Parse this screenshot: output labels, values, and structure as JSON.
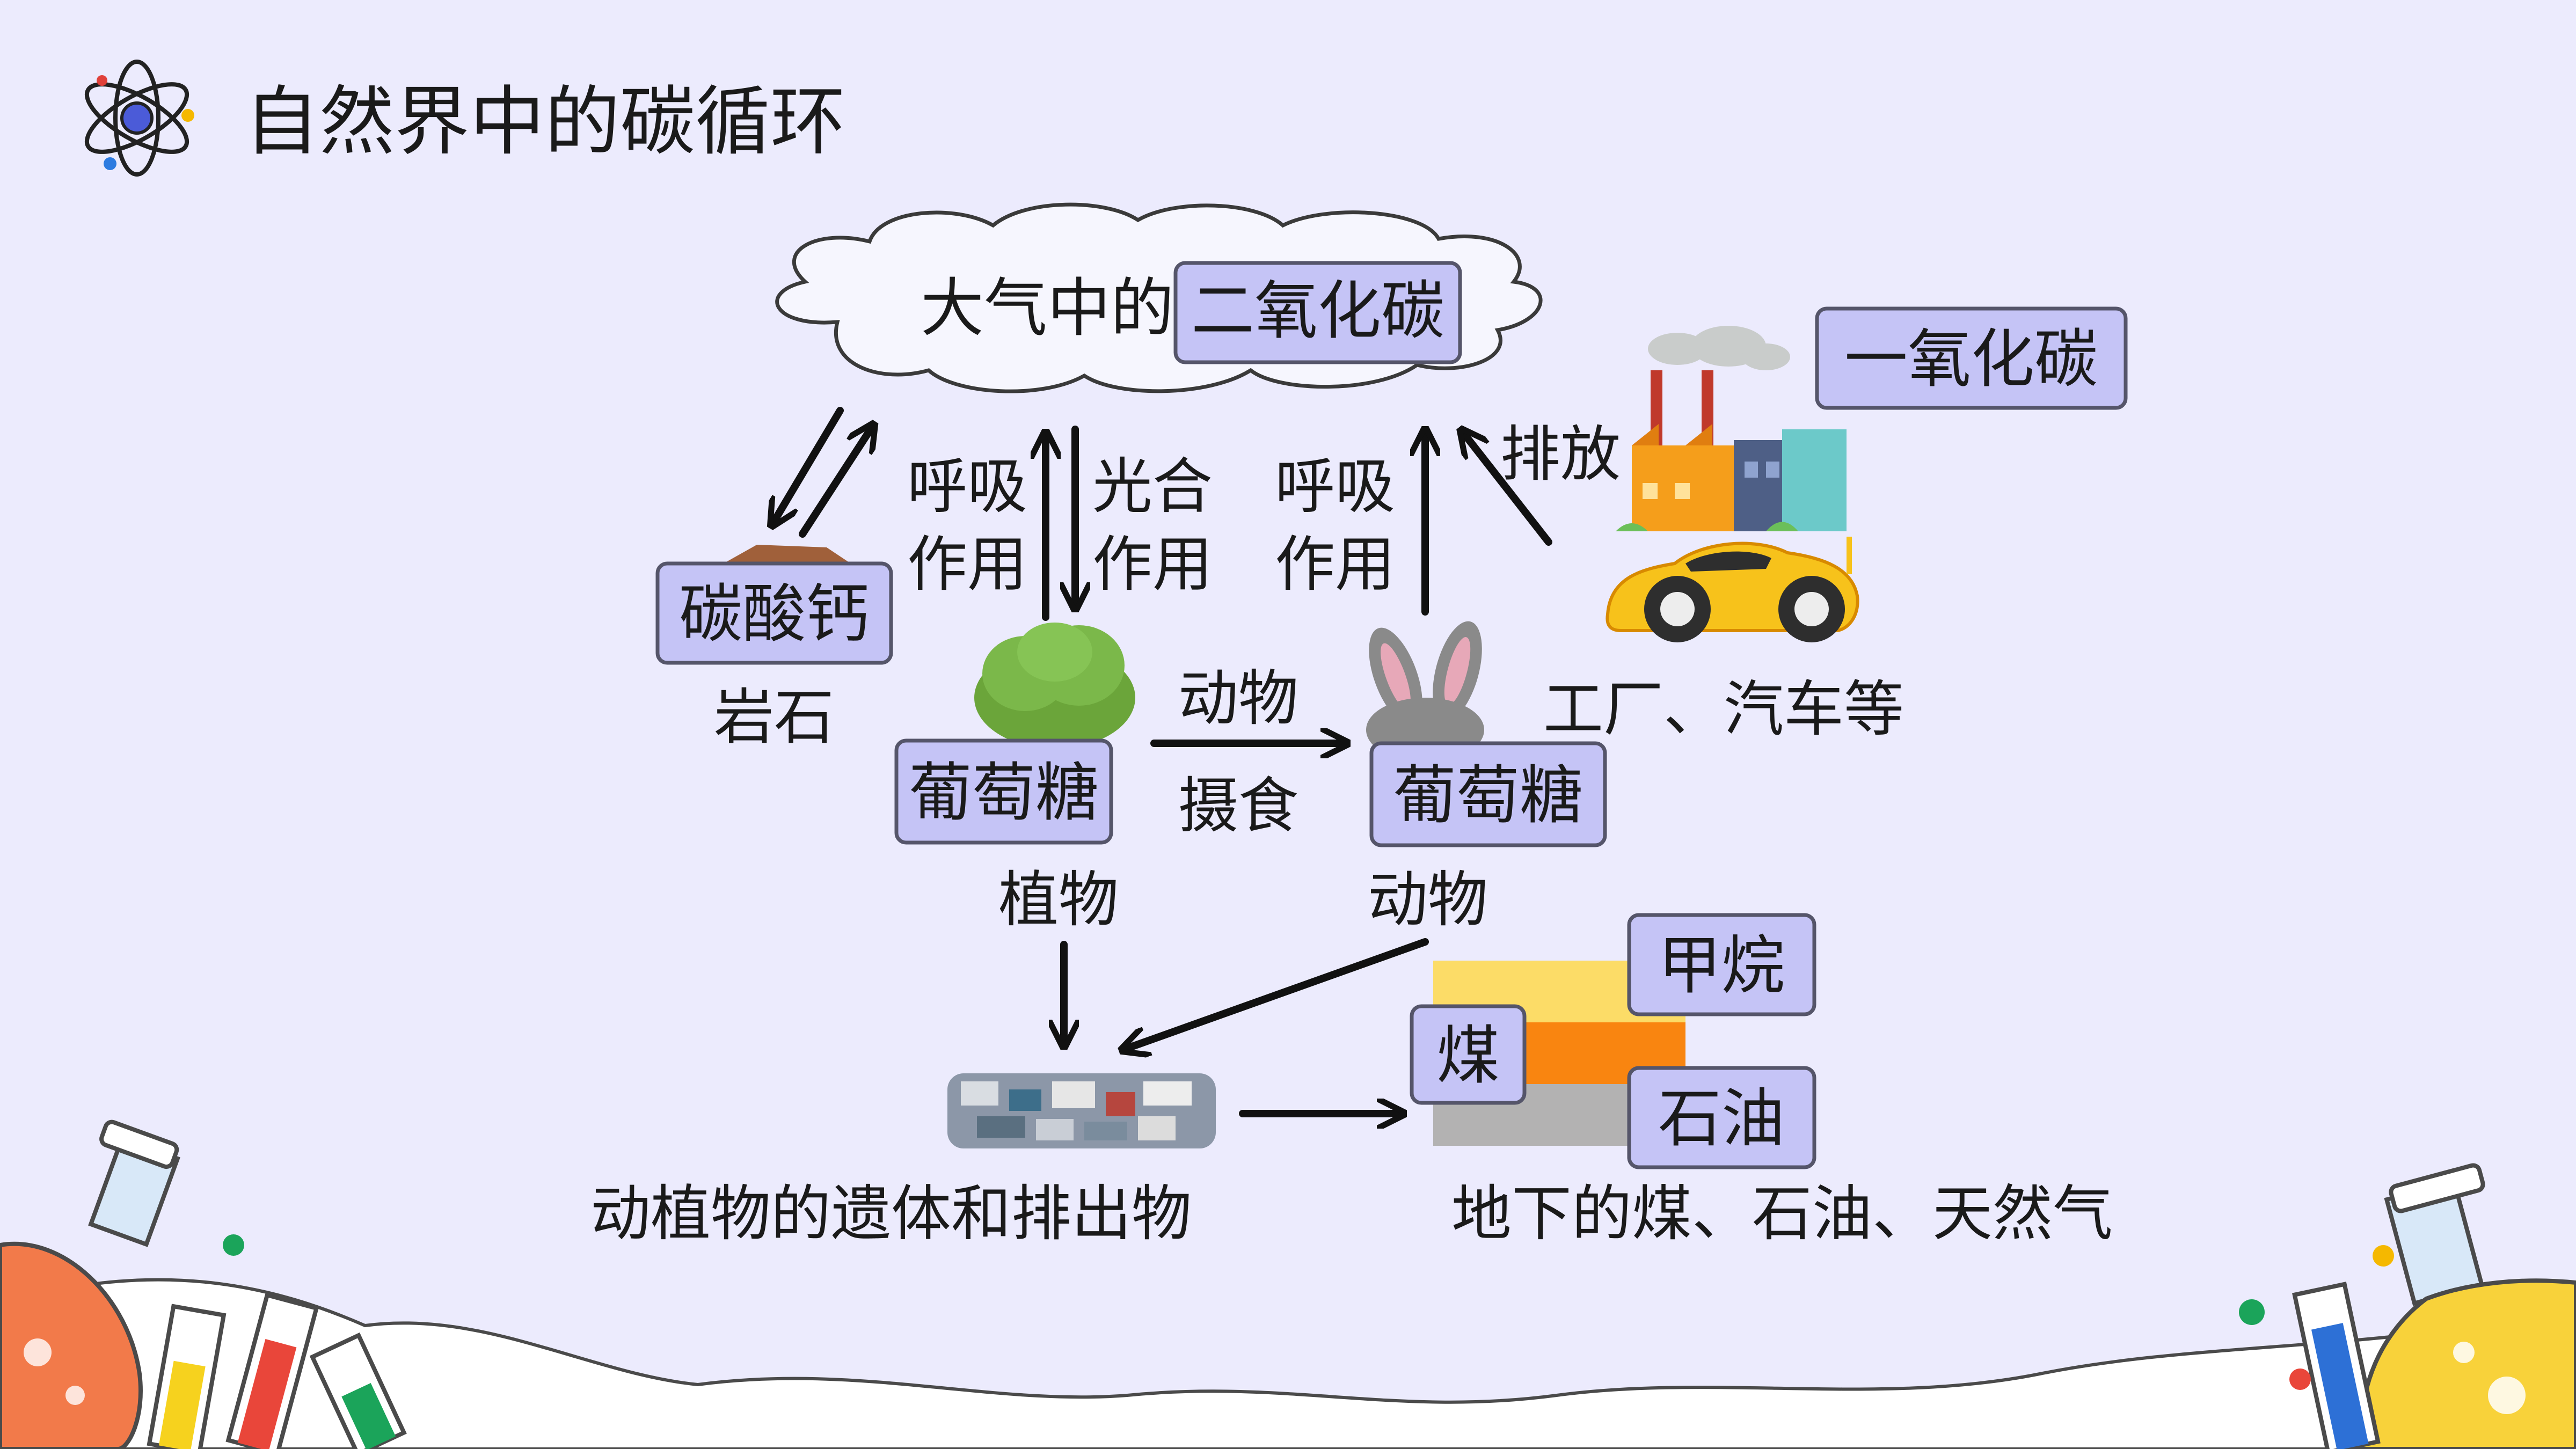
{
  "title": "自然界中的碳循环",
  "atmosphere": {
    "prefix": "大气中的",
    "co2": "二氧化碳"
  },
  "co": "一氧化碳",
  "rock": {
    "box": "碳酸钙",
    "label": "岩石"
  },
  "labels": {
    "respiration_left_1": "呼吸",
    "respiration_left_2": "作用",
    "photosynthesis_1": "光合",
    "photosynthesis_2": "作用",
    "respiration_right_1": "呼吸",
    "respiration_right_2": "作用",
    "emission": "排放",
    "feeding_1": "动物",
    "feeding_2": "摄食"
  },
  "plant": {
    "box": "葡萄糖",
    "label": "植物"
  },
  "animal": {
    "box": "葡萄糖",
    "label": "动物"
  },
  "factory_label": "工厂、汽车等",
  "remains_label": "动植物的遗体和排出物",
  "fossil": {
    "methane": "甲烷",
    "coal": "煤",
    "oil": "石油",
    "label": "地下的煤、石油、天然气"
  },
  "colors": {
    "background": "#ECEBFD",
    "box_fill": "#C5C4F6",
    "box_stroke": "#55556A",
    "text": "#1A1A1A",
    "layer_gas": "#FCDC67",
    "layer_coal": "#F98510",
    "layer_oil": "#B3B2B2"
  }
}
